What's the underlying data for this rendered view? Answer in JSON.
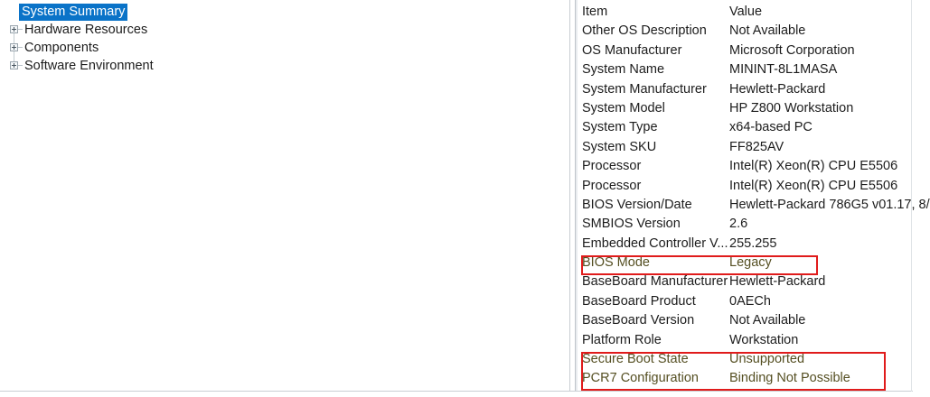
{
  "tree": {
    "selected_label": "System Summary",
    "items": [
      {
        "label": "System Summary",
        "selected": true,
        "expandable": false
      },
      {
        "label": "Hardware Resources",
        "selected": false,
        "expandable": true
      },
      {
        "label": "Components",
        "selected": false,
        "expandable": true
      },
      {
        "label": "Software Environment",
        "selected": false,
        "expandable": true
      }
    ]
  },
  "list": {
    "columns": {
      "item": "Item",
      "value": "Value"
    },
    "rows": [
      {
        "item": "Item",
        "value": "Value",
        "header": true,
        "highlight": false
      },
      {
        "item": "Other OS Description",
        "value": "Not Available",
        "header": false,
        "highlight": false
      },
      {
        "item": "OS Manufacturer",
        "value": "Microsoft Corporation",
        "header": false,
        "highlight": false
      },
      {
        "item": "System Name",
        "value": "MININT-8L1MASA",
        "header": false,
        "highlight": false
      },
      {
        "item": "System Manufacturer",
        "value": "Hewlett-Packard",
        "header": false,
        "highlight": false
      },
      {
        "item": "System Model",
        "value": "HP Z800 Workstation",
        "header": false,
        "highlight": false
      },
      {
        "item": "System Type",
        "value": "x64-based PC",
        "header": false,
        "highlight": false
      },
      {
        "item": "System SKU",
        "value": "FF825AV",
        "header": false,
        "highlight": false
      },
      {
        "item": "Processor",
        "value": "Intel(R) Xeon(R) CPU          E5506",
        "header": false,
        "highlight": false
      },
      {
        "item": "Processor",
        "value": "Intel(R) Xeon(R) CPU          E5506",
        "header": false,
        "highlight": false
      },
      {
        "item": "BIOS Version/Date",
        "value": "Hewlett-Packard 786G5 v01.17, 8/",
        "header": false,
        "highlight": false
      },
      {
        "item": "SMBIOS Version",
        "value": "2.6",
        "header": false,
        "highlight": false
      },
      {
        "item": "Embedded Controller V...",
        "value": "255.255",
        "header": false,
        "highlight": false
      },
      {
        "item": "BIOS Mode",
        "value": "Legacy",
        "header": false,
        "highlight": true
      },
      {
        "item": "BaseBoard Manufacturer",
        "value": "Hewlett-Packard",
        "header": false,
        "highlight": false
      },
      {
        "item": "BaseBoard Product",
        "value": "0AECh",
        "header": false,
        "highlight": false
      },
      {
        "item": "BaseBoard Version",
        "value": "Not Available",
        "header": false,
        "highlight": false
      },
      {
        "item": "Platform Role",
        "value": "Workstation",
        "header": false,
        "highlight": false
      },
      {
        "item": "Secure Boot State",
        "value": "Unsupported",
        "header": false,
        "highlight": true
      },
      {
        "item": "PCR7 Configuration",
        "value": "Binding Not Possible",
        "header": false,
        "highlight": true
      }
    ]
  },
  "annotations": [
    {
      "name": "bios-mode-callout",
      "color": "#e01b1b",
      "targets": [
        "BIOS Mode"
      ]
    },
    {
      "name": "secure-boot-callout",
      "color": "#e01b1b",
      "targets": [
        "Secure Boot State",
        "PCR7 Configuration"
      ]
    }
  ],
  "colors": {
    "selection_blue": "#0a73c8",
    "selection_text": "#ffffff",
    "annotation_red": "#e01b1b",
    "text": "#1c1c1c",
    "highlight_text": "#554f22",
    "background": "#ffffff"
  }
}
